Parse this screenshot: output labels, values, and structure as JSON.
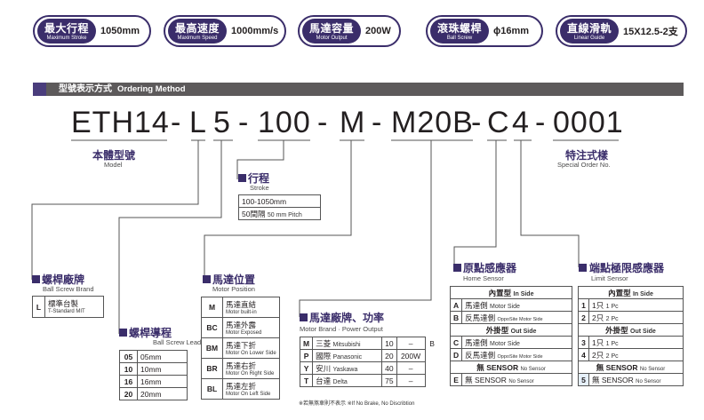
{
  "specs": [
    {
      "zh": "最大行程",
      "en": "Maximum Stroke",
      "value": "1050mm"
    },
    {
      "zh": "最高速度",
      "en": "Maximum Speed",
      "value": "1000mm/s"
    },
    {
      "zh": "馬達容量",
      "en": "Motor Output",
      "value": "200W"
    },
    {
      "zh": "滾珠螺桿",
      "en": "Ball Screw",
      "value": "ϕ16mm"
    },
    {
      "zh": "直線滑軌",
      "en": "Linear Guide",
      "value": "15X12.5-2支"
    }
  ],
  "section": {
    "zh": "型號表示方式",
    "en": "Ordering Method"
  },
  "code": {
    "p1": "ETH14",
    "d1": "-",
    "p2": "L",
    "p3": "5",
    "d2": "-",
    "p4": "100",
    "d3": "-",
    "p5": "M",
    "d4": "-",
    "p6": "M20B",
    "d5": "-",
    "p7": "C",
    "p8": "4",
    "d6": "-",
    "p9": "0001"
  },
  "model": {
    "zh": "本體型號",
    "en": "Model"
  },
  "special": {
    "zh": "特注式樣",
    "en": "Special Order No."
  },
  "stroke": {
    "zh": "行程",
    "en": "Stroke",
    "range": "100-1050mm",
    "pitch_zh": "50間隔",
    "pitch_en": "50 mm Pitch"
  },
  "brand": {
    "zh": "螺桿廠牌",
    "en": "Ball Screw Brand",
    "rows": [
      {
        "code": "L",
        "zh": "標準台製",
        "en": "T-Standard MIT"
      }
    ]
  },
  "lead": {
    "zh": "螺桿導程",
    "en": "Ball Screw Lead",
    "rows": [
      {
        "code": "05",
        "value": "05mm"
      },
      {
        "code": "10",
        "value": "10mm"
      },
      {
        "code": "16",
        "value": "16mm"
      },
      {
        "code": "20",
        "value": "20mm"
      }
    ]
  },
  "position": {
    "zh": "馬達位置",
    "en": "Motor Position",
    "rows": [
      {
        "code": "M",
        "zh": "馬達直結",
        "en": "Motor built-in"
      },
      {
        "code": "BC",
        "zh": "馬達外露",
        "en": "Motor Exposed"
      },
      {
        "code": "BM",
        "zh": "馬達下折",
        "en": "Motor On Lower Side"
      },
      {
        "code": "BR",
        "zh": "馬達右折",
        "en": "Motor On Right Side"
      },
      {
        "code": "BL",
        "zh": "馬達左折",
        "en": "Motor On Left Side"
      }
    ]
  },
  "motor": {
    "zh": "馬達廠牌、功率",
    "en": "Motor Brand · Power Output",
    "rows": [
      {
        "code": "M",
        "zh": "三菱",
        "en": "Mitsubishi",
        "num": "10",
        "power": "–"
      },
      {
        "code": "P",
        "zh": "國際",
        "en": "Panasonic",
        "num": "20",
        "power": "200W"
      },
      {
        "code": "Y",
        "zh": "安川",
        "en": "Yaskawa",
        "num": "40",
        "power": "–"
      },
      {
        "code": "T",
        "zh": "台達",
        "en": "Delta",
        "num": "75",
        "power": "–"
      }
    ],
    "brake": "B",
    "note": "※若無煞車則不表示 ※If No Brake, No Discribtion"
  },
  "home": {
    "zh": "原點感應器",
    "en": "Home Sensor",
    "in_hdr_zh": "內置型",
    "in_hdr_en": "In Side",
    "out_hdr_zh": "外掛型",
    "out_hdr_en": "Out Side",
    "rows_in": [
      {
        "code": "A",
        "zh": "馬達側",
        "en": "Motor Side"
      },
      {
        "code": "B",
        "zh": "反馬達側",
        "en": "OppoSite Motor Side"
      }
    ],
    "rows_out": [
      {
        "code": "C",
        "zh": "馬達側",
        "en": "Motor Side"
      },
      {
        "code": "D",
        "zh": "反馬達側",
        "en": "OppoSite Motor Side"
      }
    ],
    "none_zh": "無",
    "none_en": "SENSOR",
    "none_sub": "No Sensor",
    "row_e": {
      "code": "E",
      "zh": "無",
      "en": "SENSOR",
      "sub": "No Sensor"
    }
  },
  "limit": {
    "zh": "端點極限感應器",
    "en": "Limit Sensor",
    "in_hdr_zh": "內置型",
    "in_hdr_en": "In Side",
    "out_hdr_zh": "外掛型",
    "out_hdr_en": "Out Side",
    "rows_in": [
      {
        "code": "1",
        "zh": "1只",
        "en": "1 Pc"
      },
      {
        "code": "2",
        "zh": "2只",
        "en": "2 Pc"
      }
    ],
    "rows_out": [
      {
        "code": "3",
        "zh": "1只",
        "en": "1 Pc"
      },
      {
        "code": "4",
        "zh": "2只",
        "en": "2 Pc"
      }
    ],
    "none_zh": "無",
    "none_en": "SENSOR",
    "none_sub": "No Sensor",
    "row_5": {
      "code": "5",
      "zh": "無",
      "en": "SENSOR",
      "sub": "No Sensor"
    }
  },
  "colors": {
    "accent": "#3a2d6a",
    "lines": "#555555"
  }
}
